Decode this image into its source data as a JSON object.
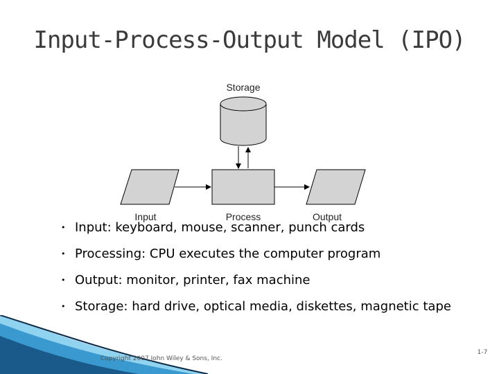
{
  "slide": {
    "title": "Input-Process-Output Model (IPO)"
  },
  "diagram": {
    "labels": {
      "storage": "Storage",
      "input": "Input",
      "process": "Process",
      "output": "Output"
    },
    "colors": {
      "shape_fill": "#d3d3d3",
      "stroke": "#000000"
    }
  },
  "bullets": [
    "Input: keyboard, mouse, scanner, punch cards",
    "Processing: CPU executes the computer program",
    "Output: monitor, printer, fax machine",
    "Storage: hard drive, optical media, diskettes, magnetic tape"
  ],
  "bullet_glyph": "•",
  "footer": {
    "copyright": "Copyright 2007 John Wiley & Sons, Inc.",
    "page_number": "1-7"
  },
  "theme": {
    "accent_wave_colors": [
      "#1a5a8a",
      "#3a9ad0",
      "#8fd3f0"
    ]
  }
}
